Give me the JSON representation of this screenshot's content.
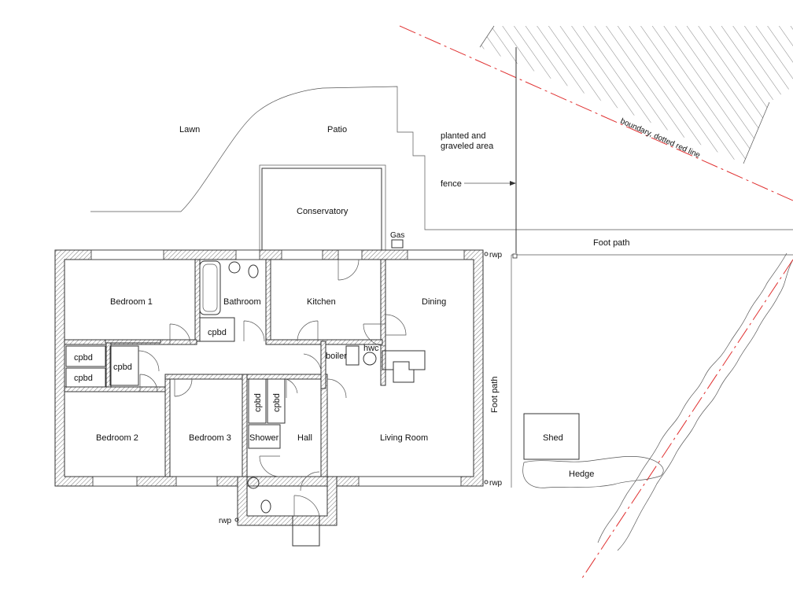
{
  "labels": {
    "lawn": "Lawn",
    "patio": "Patio",
    "planted_line1": "planted and",
    "planted_line2": "graveled area",
    "fence": "fence",
    "boundary": "boundary, dotted red line",
    "conservatory": "Conservatory",
    "gas": "Gas",
    "rwp": "rwp",
    "foot_path": "Foot path",
    "bedroom1": "Bedroom 1",
    "bathroom": "Bathroom",
    "kitchen": "Kitchen",
    "dining": "Dining",
    "cpbd": "cpbd",
    "boiler": "boiler",
    "hwc": "hwc",
    "bedroom2": "Bedroom 2",
    "bedroom3": "Bedroom 3",
    "shower": "Shower",
    "hall": "Hall",
    "living_room": "Living Room",
    "shed": "Shed",
    "hedge": "Hedge"
  },
  "colors": {
    "lines": "#333333",
    "boundary": "#e03030",
    "background": "#ffffff"
  }
}
